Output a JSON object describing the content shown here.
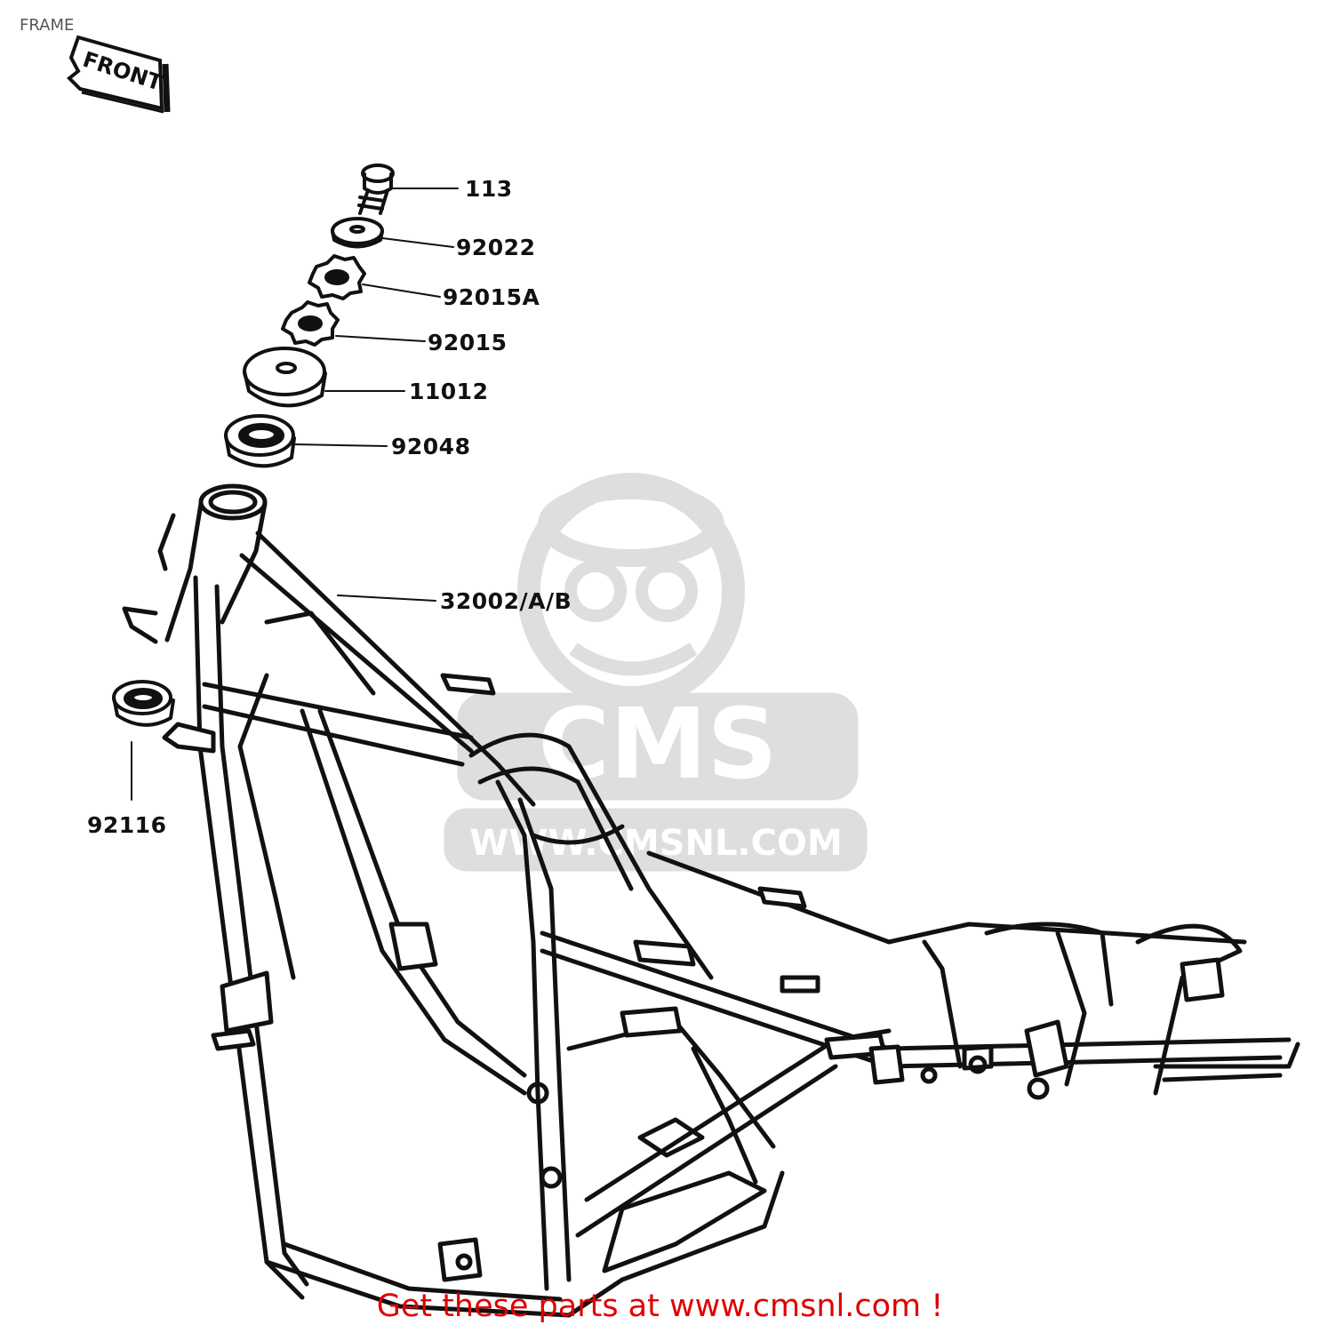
{
  "page_title": "FRAME",
  "front_label": "FRONT",
  "watermark": {
    "brand": "CMS",
    "url": "WWW.CMSNL.COM"
  },
  "callouts": [
    {
      "id": "113",
      "label": "113"
    },
    {
      "id": "92022",
      "label": "92022"
    },
    {
      "id": "92015A",
      "label": "92015A"
    },
    {
      "id": "92015",
      "label": "92015"
    },
    {
      "id": "11012",
      "label": "11012"
    },
    {
      "id": "92048",
      "label": "92048"
    },
    {
      "id": "32002",
      "label": "32002/A/B"
    },
    {
      "id": "92116",
      "label": "92116"
    }
  ],
  "footer": {
    "text": "Get these parts at www.cmsnl.com !",
    "color": "#e00000"
  },
  "colors": {
    "line": "#111111",
    "watermark": "#d9d9d9"
  }
}
